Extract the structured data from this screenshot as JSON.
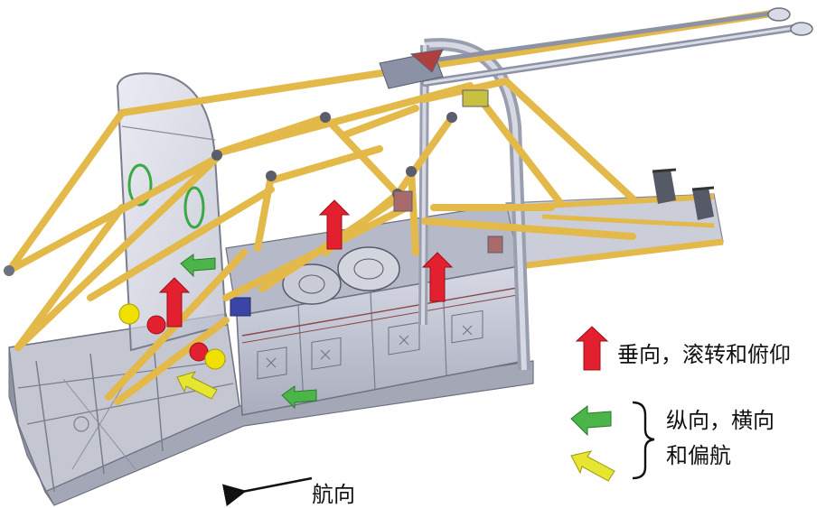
{
  "legend": {
    "red_label": "垂向，滚转和俯仰",
    "green_yellow_label_line1": "纵向，横向",
    "green_yellow_label_line2": "和偏航"
  },
  "direction": {
    "label": "航向"
  },
  "colors": {
    "strut_yellow": "#e3b94a",
    "frame_grey": "#b7bcc6",
    "panel_lavender": "#c6c8dc",
    "arrow_red": "#e2202f",
    "arrow_green": "#4bb54a",
    "arrow_yellow": "#e6e630",
    "circle_yellow": "#f0e000",
    "circle_red": "#e2202f"
  }
}
